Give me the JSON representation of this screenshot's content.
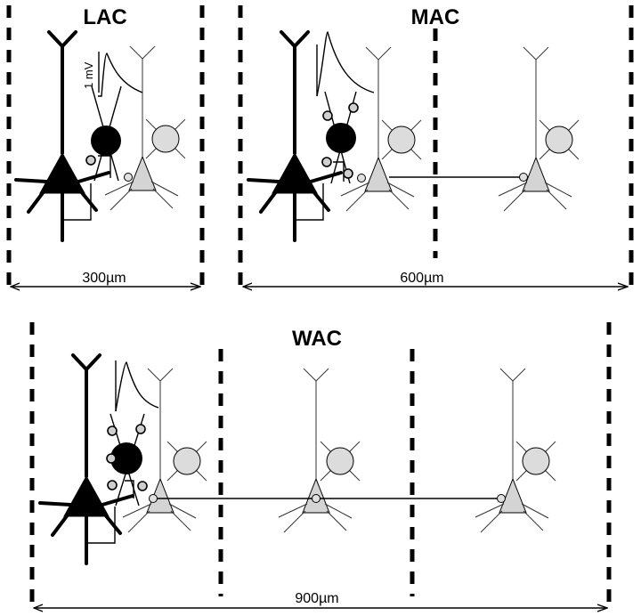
{
  "panels": {
    "lac": {
      "title": "LAC",
      "scale": "300µm"
    },
    "mac": {
      "title": "MAC",
      "scale": "600µm"
    },
    "wac": {
      "title": "WAC",
      "scale": "900µm"
    }
  },
  "mv_scale": "1 mV",
  "colors": {
    "ink": "#000000",
    "cell_fill": "#d4d4d4",
    "background": "#ffffff"
  }
}
